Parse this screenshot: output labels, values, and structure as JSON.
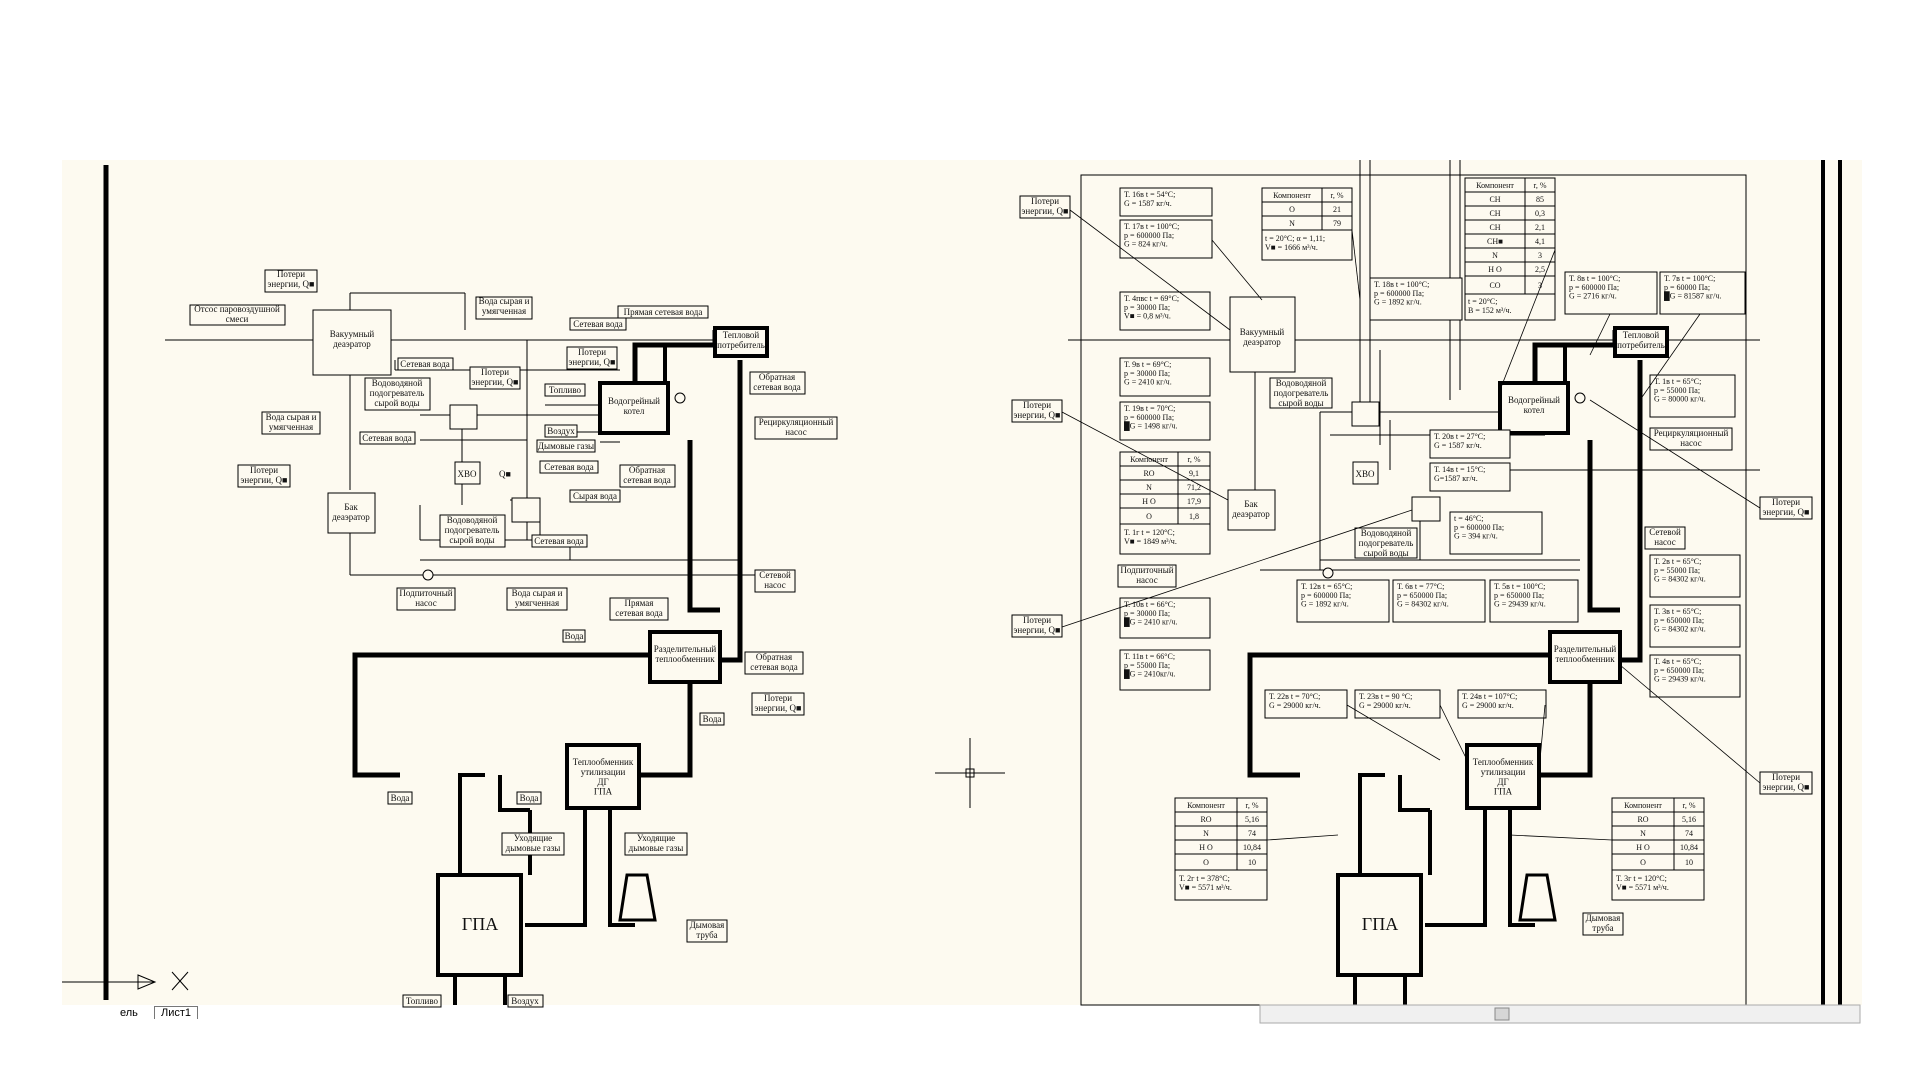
{
  "tabs": {
    "model_partial": "ель",
    "sheet1": "Лист1"
  },
  "left": {
    "losses": "Потери\nэнергии, Q■",
    "steam_air_out": "Отсос паровоздушной\nсмеси",
    "vacuum_deaerator": "Вакуумный\nдеаэратор",
    "raw_softened_water": "Вода сырая и\nумягченная",
    "direct_network_water": "Прямая сетевая вода",
    "network_water": "Сетевая вода",
    "heat_consumer": "Тепловой\nпотребитель",
    "water_heater_raw": "Водоводяной\nподогреватель\nсырой воды",
    "fuel": "Топливо",
    "air": "Воздух",
    "flue_gases": "Дымовые газы",
    "hot_water_boiler": "Водогрейный\nкотел",
    "return_network_water": "Обратная\nсетевая вода",
    "recirculation_pump": "Рециркуляционный\nнасос",
    "xvo": "ХВО",
    "q_mark": "Q■",
    "raw_water": "Сырая вода",
    "tank_deaerator": "Бак\nдеаэратор",
    "makeup_pump": "Подпиточный\nнасос",
    "network_pump": "Сетевой\nнасос",
    "direct_network_water2": "Прямая\nсетевая вода",
    "water": "Вода",
    "separating_hx": "Разделительный\nтеплообменник",
    "recovery_hx": "Теплообменник\nутилизации\nДГ\nГПА",
    "outgoing_flue": "Уходящие\nдымовые газы",
    "gpa": "ГПА",
    "chimney": "Дымовая\nтруба"
  },
  "right": {
    "losses": "Потери\nэнергии, Q■",
    "vacuum_deaerator": "Вакуумный\nдеаэратор",
    "hot_water_boiler": "Водогрейный\nкотел",
    "heat_consumer": "Тепловой\nпотребитель",
    "water_heater_raw": "Водоводяной\nподогреватель\nсырой воды",
    "recirculation_pump": "Рециркуляционный\nнасос",
    "xvo": "ХВО",
    "tank_deaerator": "Бак\nдеаэратор",
    "makeup_pump": "Подпиточный\nнасос",
    "network_pump": "Сетевой\nнасос",
    "separating_hx": "Разделительный\nтеплообменник",
    "recovery_hx": "Теплообменник\nутилизации\nДГ\nГПА",
    "gpa": "ГПА",
    "chimney": "Дымовая\nтруба",
    "p16": "Т. 16в    t = 54°С;\nG = 1587 кг/ч.",
    "p17": "Т. 17в    t = 100°С;\np = 600000 Па;\nG = 824 кг/ч.",
    "p4": "Т. 4пвс    t = 69°С;\np = 30000 Па;\nV■ = 0,8 м³/ч.",
    "p9": "Т. 9в    t = 69°С;\np = 30000 Па;\nG = 2410 кг/ч.",
    "p19": "Т. 19в    t = 70°С;\np = 600000 Па;\n█G = 1498 кг/ч.",
    "p1g": "Т. 1г    t = 120°С;\nV■ = 1849 м³/ч.",
    "p10": "Т. 10в    t = 66°С;\np = 30000 Па;\n█G = 2410 кг/ч.",
    "p11": "Т. 11в    t = 66°С;\np = 55000 Па;\n█G = 2410кг/ч.",
    "air_params": "t = 20°С;    α = 1,11;\nV■ = 1666 м³/ч.",
    "p18": "Т. 18в    t = 100°С;\np = 600000 Па;\nG = 1892 кг/ч.",
    "fuel_params": "t = 20°С;\nB = 152 м³/ч.",
    "p8": "Т. 8в    t = 100°С;\np = 600000 Па;\nG = 2716 кг/ч.",
    "p7": "Т. 7в    t = 100°С;\np = 60000 Па;\n█G = 81587 кг/ч.",
    "p20": "Т. 20в    t = 27°С;\nG = 1587 кг/ч.",
    "p14": "Т. 14в    t = 15°С;\nG=1587 кг/ч.",
    "p15": "t = 46°С;\np = 600000 Па;\nG = 394 кг/ч.",
    "p1": "Т. 1в    t = 65°С;\np = 55000 Па;\nG = 80000 кг/ч.",
    "p12": "Т. 12в    t = 65°С;\np = 600000 Па;\nG = 1892 кг/ч.",
    "p6": "Т. 6в    t = 77°С;\np = 650000 Па;\nG = 84302 кг/ч.",
    "p5": "Т. 5в    t = 100°С;\np = 650000 Па;\nG = 29439 кг/ч.",
    "p2": "Т. 2в    t = 65°С;\np = 55000 Па;\nG = 84302 кг/ч.",
    "p3": "Т. 3в    t = 65°С;\np = 650000 Па;\nG = 84302 кг/ч.",
    "p4b": "Т. 4в    t = 65°С;\np = 650000 Па;\nG = 29439 кг/ч.",
    "p22": "Т. 22в    t = 70°С;\nG = 29000 кг/ч.",
    "p23": "Т. 23в    t = 90 °С;\nG = 29000 кг/ч.",
    "p24": "Т. 24в    t = 107°С;\nG = 29000 кг/ч.",
    "p2g": "Т. 2г    t = 378°С;\nV■ = 5571 м³/ч.",
    "p3g": "Т. 3г    t = 120°С;\nV■ = 5571 м³/ч."
  },
  "tables": {
    "air": {
      "h1": "Компонент",
      "h2": "r, %",
      "rows": [
        [
          "O",
          "21"
        ],
        [
          "N",
          "79"
        ]
      ]
    },
    "fuel": {
      "h1": "Компонент",
      "h2": "r, %",
      "rows": [
        [
          "CH",
          "85"
        ],
        [
          "CH",
          "0,3"
        ],
        [
          "CH",
          "2,1"
        ],
        [
          "CH■",
          "4,1"
        ],
        [
          "N",
          "3"
        ],
        [
          "H O",
          "2,5"
        ],
        [
          "CO",
          "3"
        ]
      ]
    },
    "boiler_gas": {
      "h1": "Компонент",
      "h2": "r, %",
      "rows": [
        [
          "RO",
          "9,1"
        ],
        [
          "N",
          "71,2"
        ],
        [
          "H O",
          "17,9"
        ],
        [
          "O",
          "1,8"
        ]
      ]
    },
    "gpa_gas_left": {
      "h1": "Компонент",
      "h2": "r, %",
      "rows": [
        [
          "RO",
          "5,16"
        ],
        [
          "N",
          "74"
        ],
        [
          "H O",
          "10,84"
        ],
        [
          "O",
          "10"
        ]
      ]
    },
    "gpa_gas_right": {
      "h1": "Компонент",
      "h2": "r, %",
      "rows": [
        [
          "RO",
          "5,16"
        ],
        [
          "N",
          "74"
        ],
        [
          "H O",
          "10,84"
        ],
        [
          "O",
          "10"
        ]
      ]
    }
  }
}
